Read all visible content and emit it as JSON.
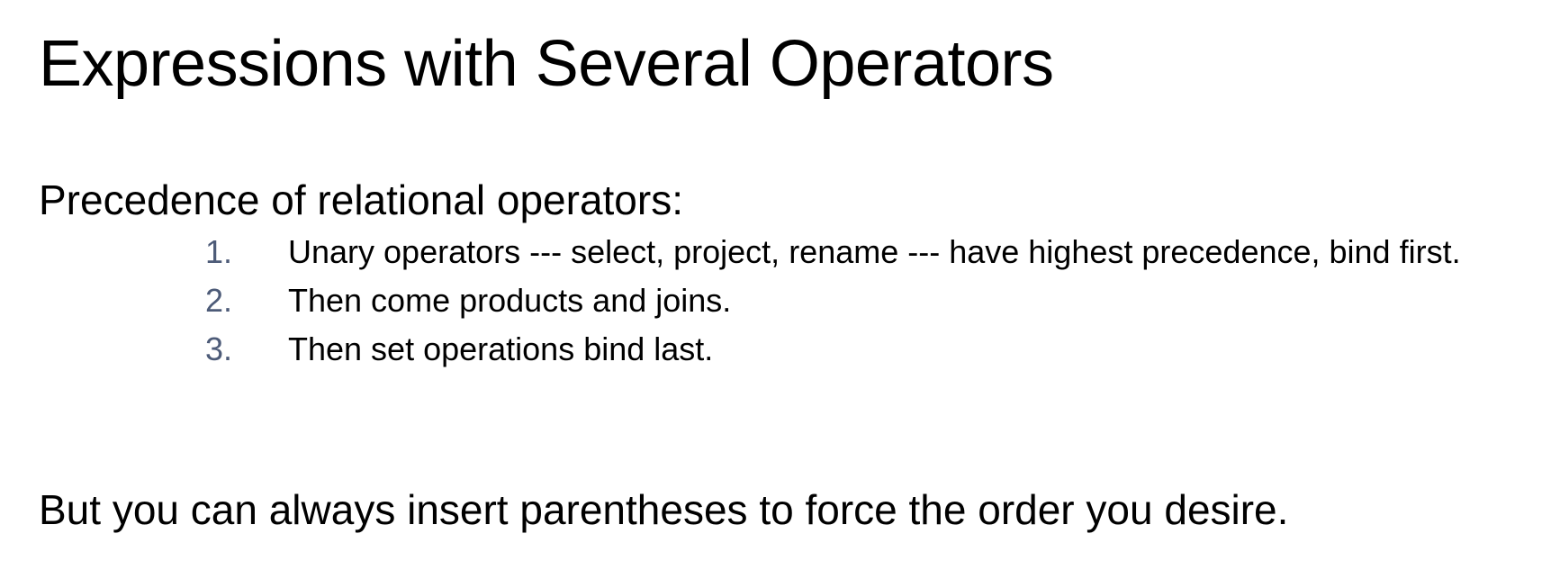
{
  "slide": {
    "title": "Expressions with Several Operators",
    "intro": "Precedence of relational operators:",
    "steps": [
      {
        "number": "1.",
        "text": "Unary operators --- select, project, rename --- have highest precedence, bind first."
      },
      {
        "number": "2.",
        "text": "Then come products and joins."
      },
      {
        "number": "3.",
        "text": "Then set operations bind last."
      }
    ],
    "closing": "But you can always insert parentheses to force the order you desire."
  },
  "colors": {
    "text": "#000000",
    "list_number": "#4d5b78",
    "background": "#ffffff"
  }
}
